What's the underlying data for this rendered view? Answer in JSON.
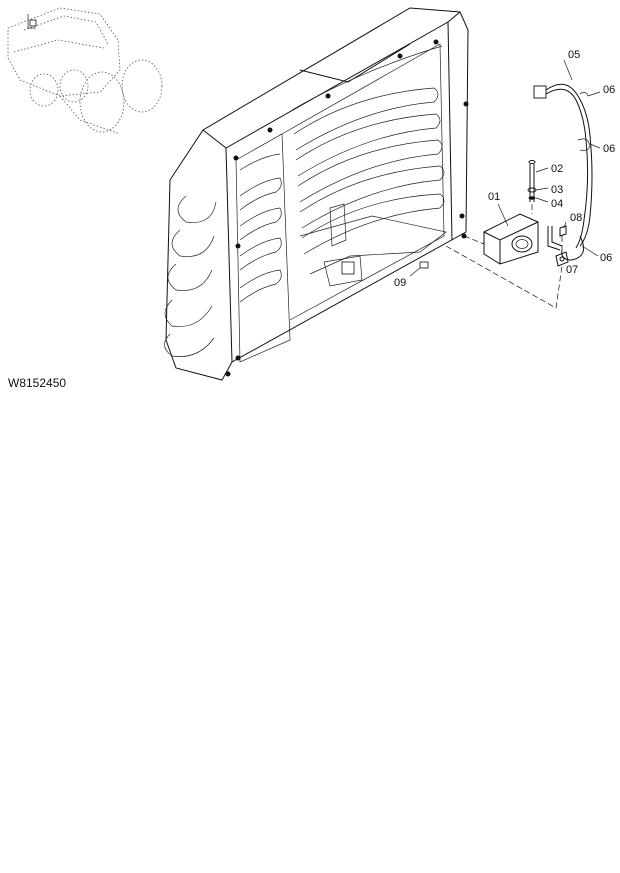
{
  "drawing": {
    "reference": "W8152450",
    "callouts": [
      {
        "id": "c01",
        "label": "01"
      },
      {
        "id": "c02",
        "label": "02"
      },
      {
        "id": "c03",
        "label": "03"
      },
      {
        "id": "c04",
        "label": "04"
      },
      {
        "id": "c05",
        "label": "05"
      },
      {
        "id": "c06a",
        "label": "06"
      },
      {
        "id": "c06b",
        "label": "06"
      },
      {
        "id": "c06c",
        "label": "06"
      },
      {
        "id": "c07",
        "label": "07"
      },
      {
        "id": "c08",
        "label": "08"
      },
      {
        "id": "c09",
        "label": "09"
      }
    ]
  }
}
